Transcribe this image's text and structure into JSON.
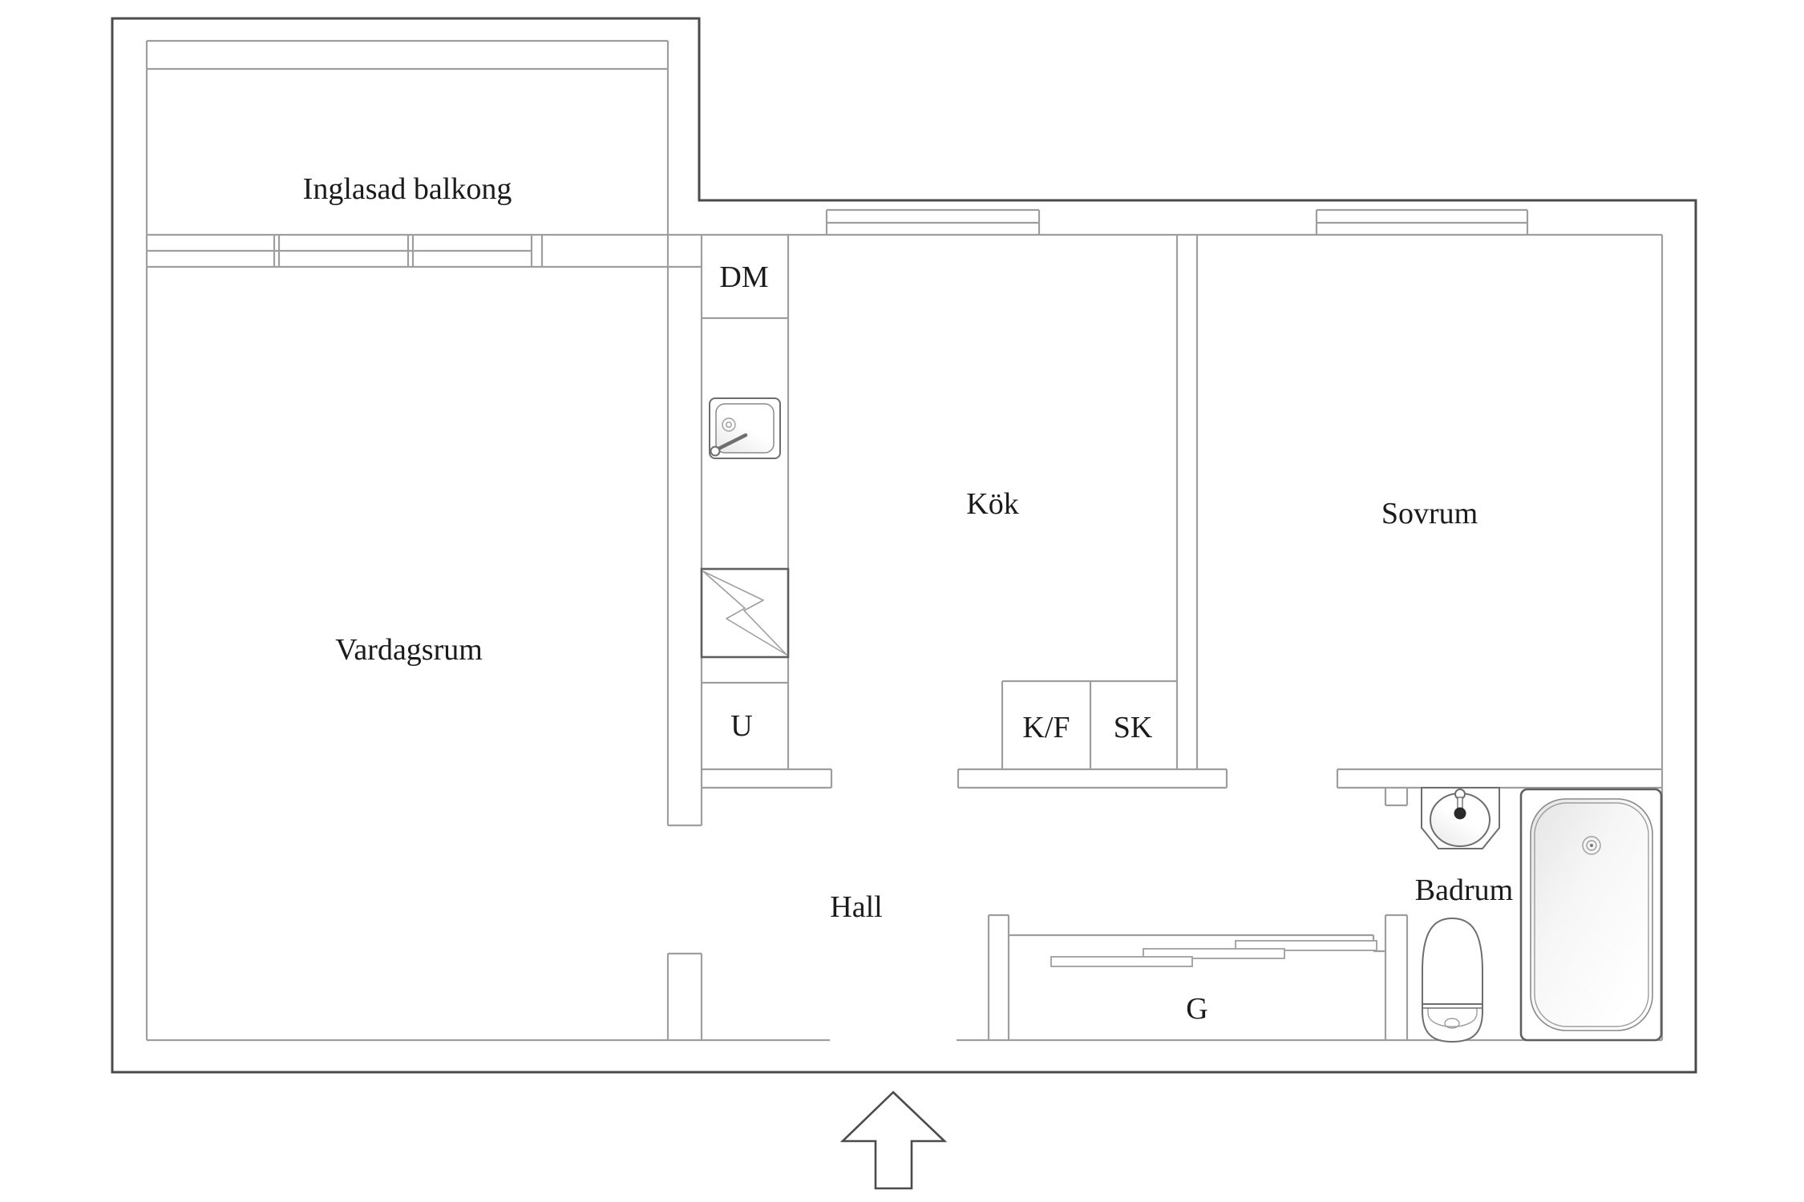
{
  "floorplan": {
    "rooms": {
      "balcony": {
        "label": "Inglasad balkong"
      },
      "living_room": {
        "label": "Vardagsrum"
      },
      "kitchen": {
        "label": "Kök"
      },
      "bedroom": {
        "label": "Sovrum"
      },
      "hall": {
        "label": "Hall"
      },
      "bathroom": {
        "label": "Badrum"
      }
    },
    "fixtures": {
      "dishwasher": {
        "label": "DM"
      },
      "oven": {
        "label": "U"
      },
      "fridge_freezer": {
        "label": "K/F"
      },
      "cleaning_closet": {
        "label": "SK"
      },
      "wardrobe": {
        "label": "G"
      }
    },
    "icons": {
      "entrance_arrow": "arrow-up",
      "kitchen_sink": "sink-basin",
      "stove": "lightning-bolt",
      "washbasin": "oval-basin",
      "toilet": "toilet",
      "bathtub": "bathtub",
      "wardrobe_doors": "sliding-doors"
    },
    "colors": {
      "wall_dark": "#4b4b4b",
      "wall_light": "#9e9e9e",
      "wall_med": "#6e6e6e",
      "text": "#1b1b1b",
      "shade": "#e8e8e8",
      "bg": "#ffffff"
    }
  }
}
